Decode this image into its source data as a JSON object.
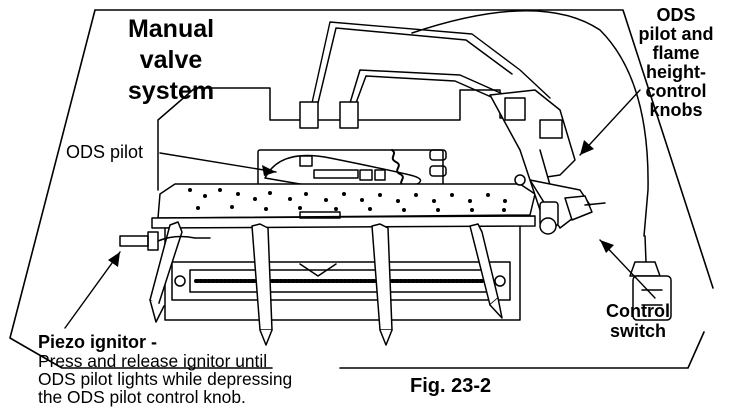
{
  "title": {
    "lines": [
      "Manual",
      "valve",
      "system"
    ]
  },
  "labels": {
    "ods_pilot": "ODS pilot",
    "knobs": [
      "ODS",
      "pilot and",
      "flame",
      "height-",
      "control",
      "knobs"
    ],
    "control_switch": [
      "Control",
      "switch"
    ],
    "piezo_heading": "Piezo ignitor -",
    "piezo_body": [
      "Press and release ignitor until",
      "ODS pilot lights while depressing",
      "the ODS pilot control knob."
    ]
  },
  "figure_caption": "Fig. 23-2"
}
